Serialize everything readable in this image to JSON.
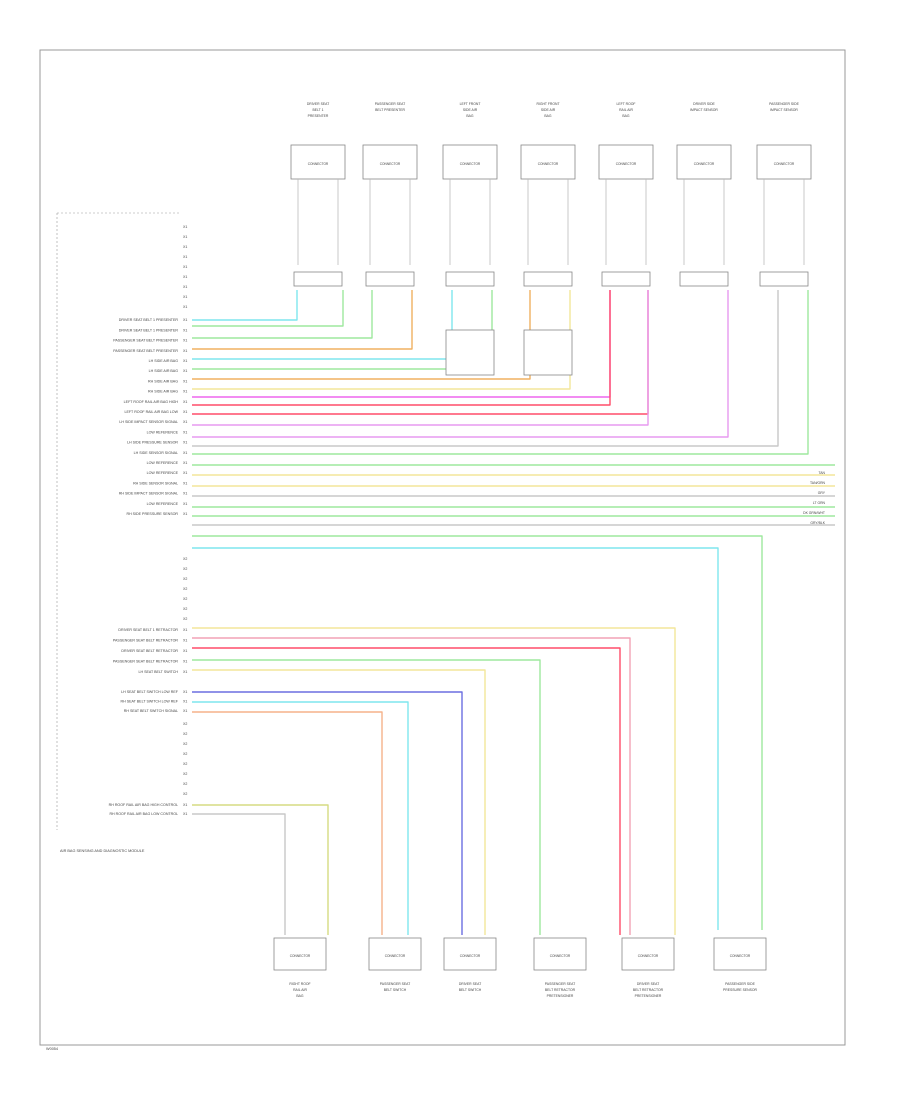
{
  "connector_note": "AIR BAG SENSING AND DIAGNOSTIC MODULE",
  "pins_top": [
    "DRIVER SEAT BELT 1 PRESENTER",
    "DRIVER SEAT BELT 1 PRESENTER",
    "PASSENGER SEAT BELT PRESENTER",
    "PASSENGER SEAT BELT PRESENTER",
    "LH SIDE AIR BAG",
    "LH SIDE AIR BAG",
    "RH SIDE AIR BAG",
    "RH SIDE AIR BAG",
    "LEFT ROOF RAIL AIR BAG HIGH",
    "LEFT ROOF RAIL AIR BAG LOW",
    "LH SIDE IMPACT SENSOR SIGNAL",
    "LOW REFERENCE",
    "LH SIDE PRESSURE SENSOR",
    "LH SIDE SENSOR SIGNAL",
    "LOW REFERENCE",
    "LOW REFERENCE",
    "RH SIDE SENSOR SIGNAL",
    "RH SIDE IMPACT SENSOR SIGNAL",
    "LOW REFERENCE",
    "RH SIDE PRESSURE SENSOR"
  ],
  "pins_mid": [
    "DRIVER SEAT BELT 1 RETRACTOR",
    "PASSENGER SEAT BELT RETRACTOR",
    "DRIVER SEAT BELT RETRACTOR",
    "PASSENGER SEAT BELT RETRACTOR",
    "LH SEAT BELT SWITCH"
  ],
  "pins_low": [
    "LH SEAT BELT SWITCH LOW REF",
    "RH SEAT BELT SWITCH LOW REF",
    "RH SEAT BELT SWITCH SIGNAL"
  ],
  "pins_bottom": [
    "RH ROOF RAIL AIR BAG HIGH CONTROL",
    "RH ROOF RAIL AIR BAG LOW CONTROL"
  ],
  "top_components": [
    "DRIVER SEAT BELT 1 PRESENTER",
    "PASSENGER SEAT BELT PRESENTER",
    "LEFT FRONT SIDE AIR BAG",
    "RIGHT FRONT SIDE AIR BAG",
    "LEFT ROOF RAIL AIR BAG",
    "DRIVER SIDE IMPACT SENSOR",
    "PASSENGER SIDE IMPACT SENSOR"
  ],
  "bottom_components": [
    "RIGHT ROOF RAIL AIR BAG",
    "PASSENGER SEAT BELT SWITCH",
    "DRIVER SEAT BELT SWITCH",
    "PASSENGER SEAT BELT RETRACTOR PRETENSIONER",
    "DRIVER SEAT BELT RETRACTOR PRETENSIONER",
    "PASSENGER SIDE PRESSURE SENSOR"
  ],
  "right_labels": [
    "TAN",
    "TAN/GRN",
    "GRY",
    "LT GRN",
    "DK GRN/WHT",
    "GRY/BLK"
  ],
  "page_label": "W0054",
  "colors": {
    "cyan": "#7fe6ee",
    "green": "#9ee89e",
    "orange": "#f0b060",
    "yellow": "#f3e69a",
    "magenta": "#ee66ee",
    "red": "#ff4d6a",
    "violet": "#e79af0",
    "blue": "#6b6fe0",
    "peach": "#f5b28a",
    "pink": "#f2a2b5",
    "gray": "#c8c8c8",
    "olive": "#d6dc82"
  }
}
